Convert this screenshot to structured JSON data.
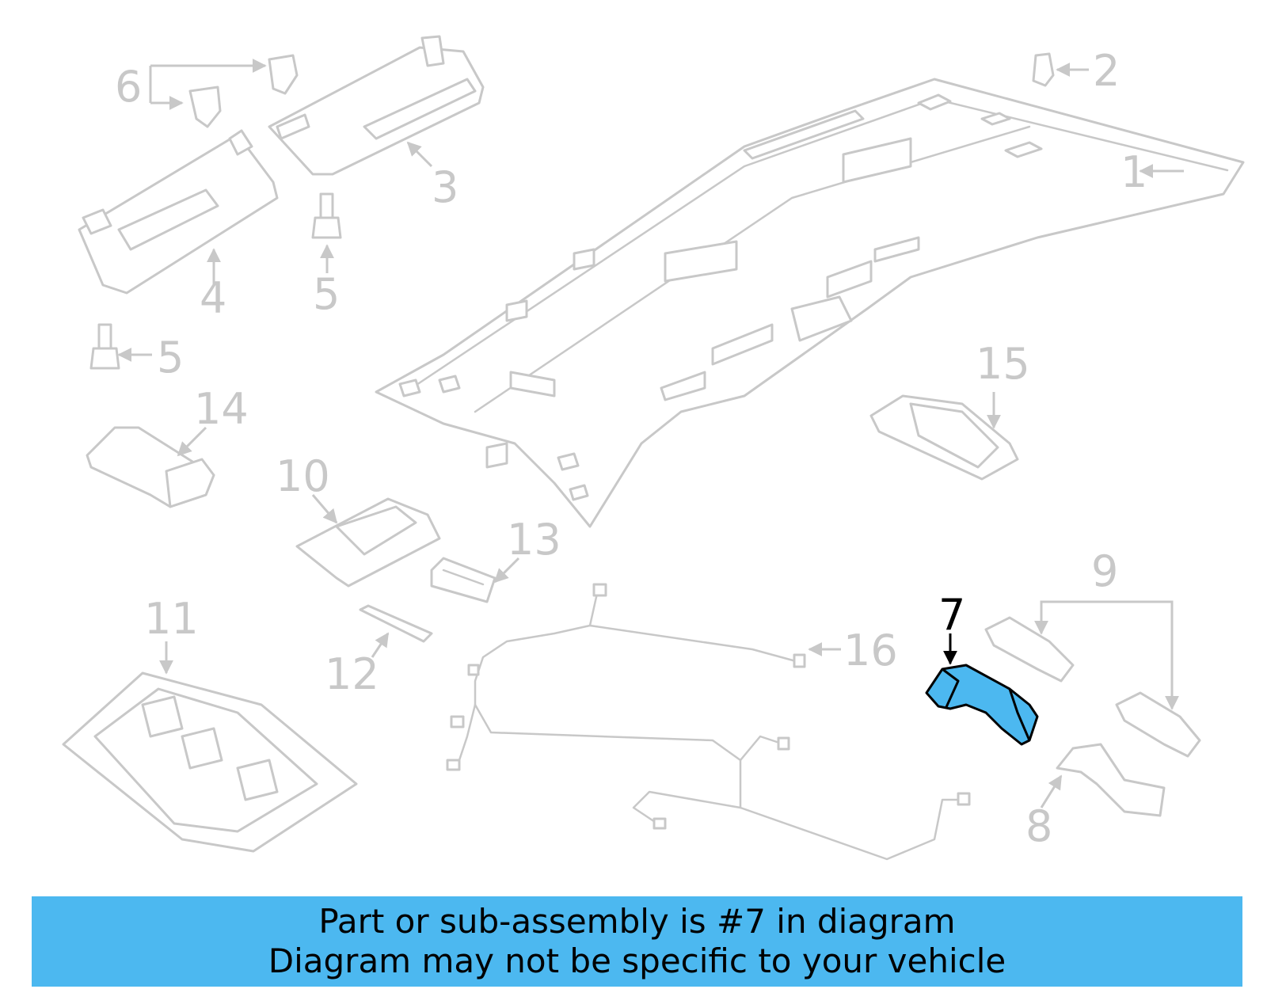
{
  "diagram": {
    "callouts": {
      "c1": "1",
      "c2": "2",
      "c3": "3",
      "c4": "4",
      "c5a": "5",
      "c5b": "5",
      "c6": "6",
      "c7": "7",
      "c8": "8",
      "c9": "9",
      "c10": "10",
      "c11": "11",
      "c12": "12",
      "c13": "13",
      "c14": "14",
      "c15": "15",
      "c16": "16"
    },
    "highlighted_part": "7",
    "colors": {
      "highlight": "#4cb8f0",
      "line_art": "#c8c8c8",
      "banner": "#4cb8f0"
    }
  },
  "banner": {
    "line1": "Part or sub-assembly is #7 in diagram",
    "line2": "Diagram may not be specific to your vehicle"
  }
}
